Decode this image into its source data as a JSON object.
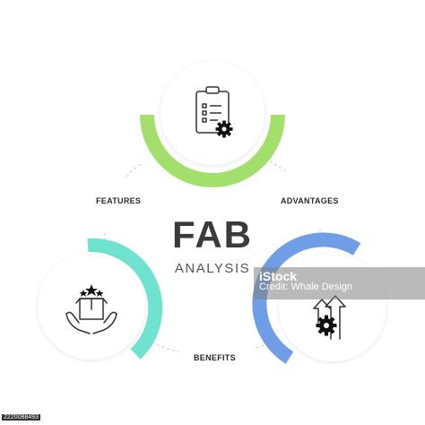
{
  "diagram": {
    "title": "FAB",
    "subtitle": "ANALYSIS",
    "nodes": [
      {
        "label": "FEATURES",
        "icon": "clipboard-checklist-gear-icon",
        "arc_color": "#a3e06b"
      },
      {
        "label": "ADVANTAGES",
        "icon": "up-arrows-gear-icon",
        "arc_color": "#6f9ee6"
      },
      {
        "label": "BENEFITS",
        "icon": "hands-box-stars-icon",
        "arc_color": "#6fe3cf"
      }
    ]
  },
  "watermark": {
    "brand": "iStock",
    "credit": "Credit: Whale Design"
  },
  "stock_id": "2220088493"
}
